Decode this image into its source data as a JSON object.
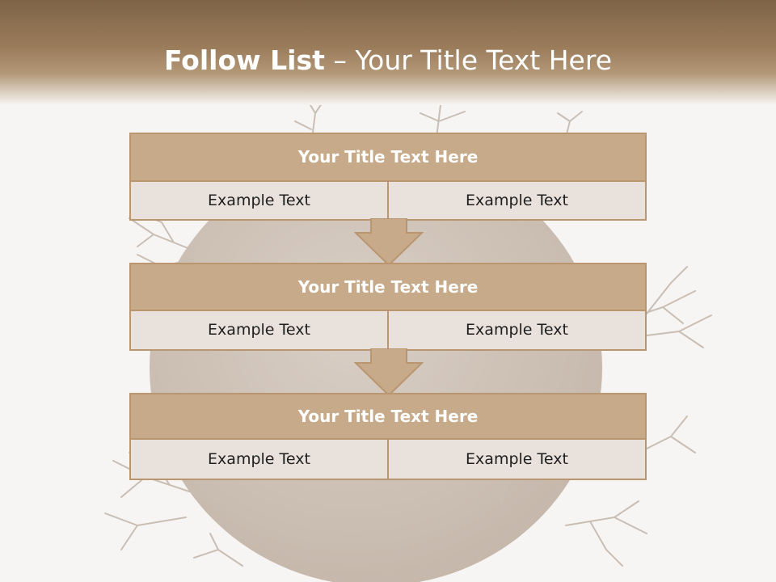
{
  "header": {
    "title_bold": "Follow List",
    "title_rest": "– Your Title Text Here"
  },
  "steps": [
    {
      "title": "Your Title Text Here",
      "left": "Example Text",
      "right": "Example Text"
    },
    {
      "title": "Your Title Text Here",
      "left": "Example Text",
      "right": "Example Text"
    },
    {
      "title": "Your Title Text Here",
      "left": "Example Text",
      "right": "Example Text"
    }
  ],
  "colors": {
    "header_dark": "#7e6447",
    "title_fill": "#c6aa89",
    "cell_fill": "#e9e1db",
    "border": "#b99670"
  },
  "icons": {
    "background": "globe-with-bare-trees-illustration",
    "connector": "down-arrow-icon"
  }
}
